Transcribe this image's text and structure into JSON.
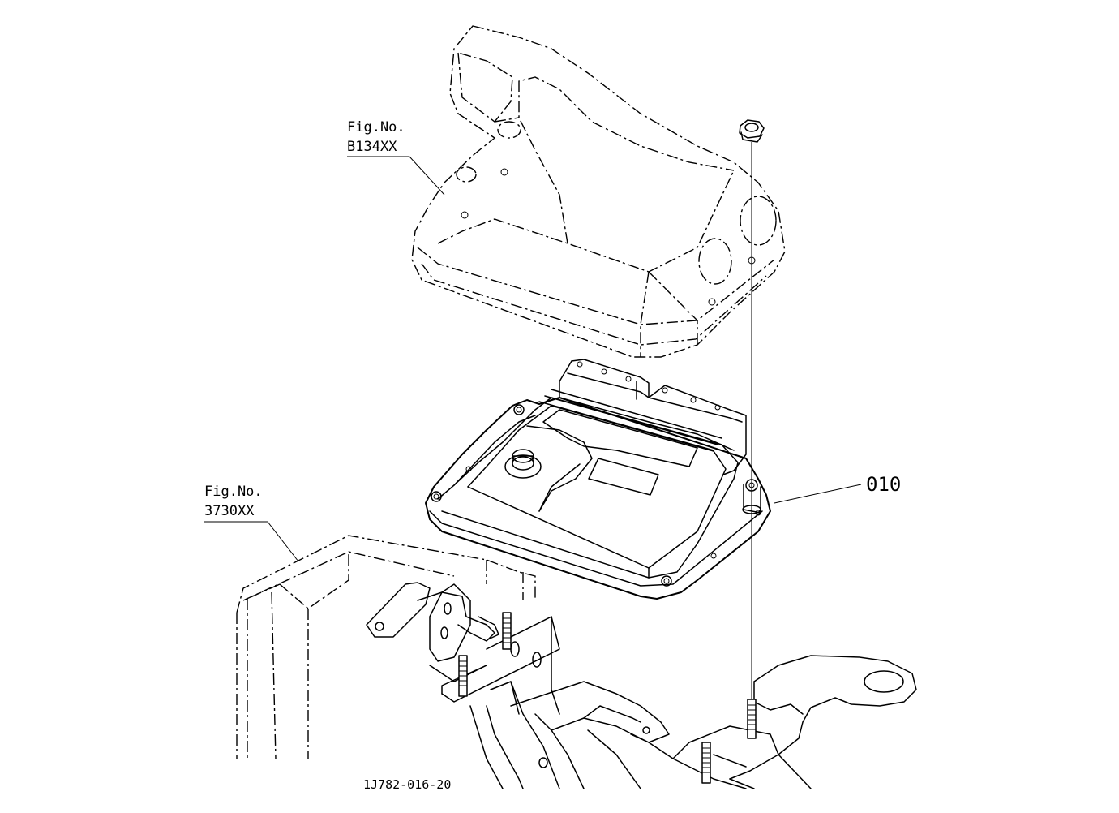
{
  "callouts": {
    "cover": {
      "line1": "Fig.No.",
      "line2": "B134XX"
    },
    "bracket": {
      "line1": "Fig.No.",
      "line2": "3730XX"
    },
    "part": {
      "number": "010"
    }
  },
  "drawing_code": "1J782-016-20"
}
